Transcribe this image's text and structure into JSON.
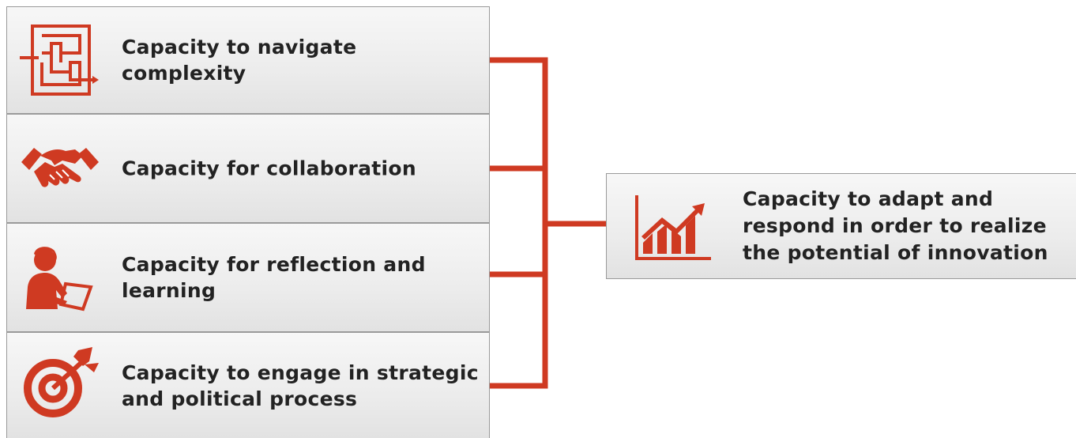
{
  "colors": {
    "accent": "#cf3a22",
    "text": "#222222",
    "box": "#ececec"
  },
  "items": [
    {
      "label": "Capacity to navigate\ncomplexity",
      "icon": "maze-icon"
    },
    {
      "label": "Capacity for collaboration",
      "icon": "handshake-icon"
    },
    {
      "label": "Capacity for reflection and\nlearning",
      "icon": "person-reading-icon"
    },
    {
      "label": "Capacity to engage in strategic\nand political process",
      "icon": "target-icon"
    }
  ],
  "outcome": {
    "label": "Capacity to adapt and\nrespond in order to realize\nthe potential of innovation",
    "icon": "growth-chart-icon"
  }
}
